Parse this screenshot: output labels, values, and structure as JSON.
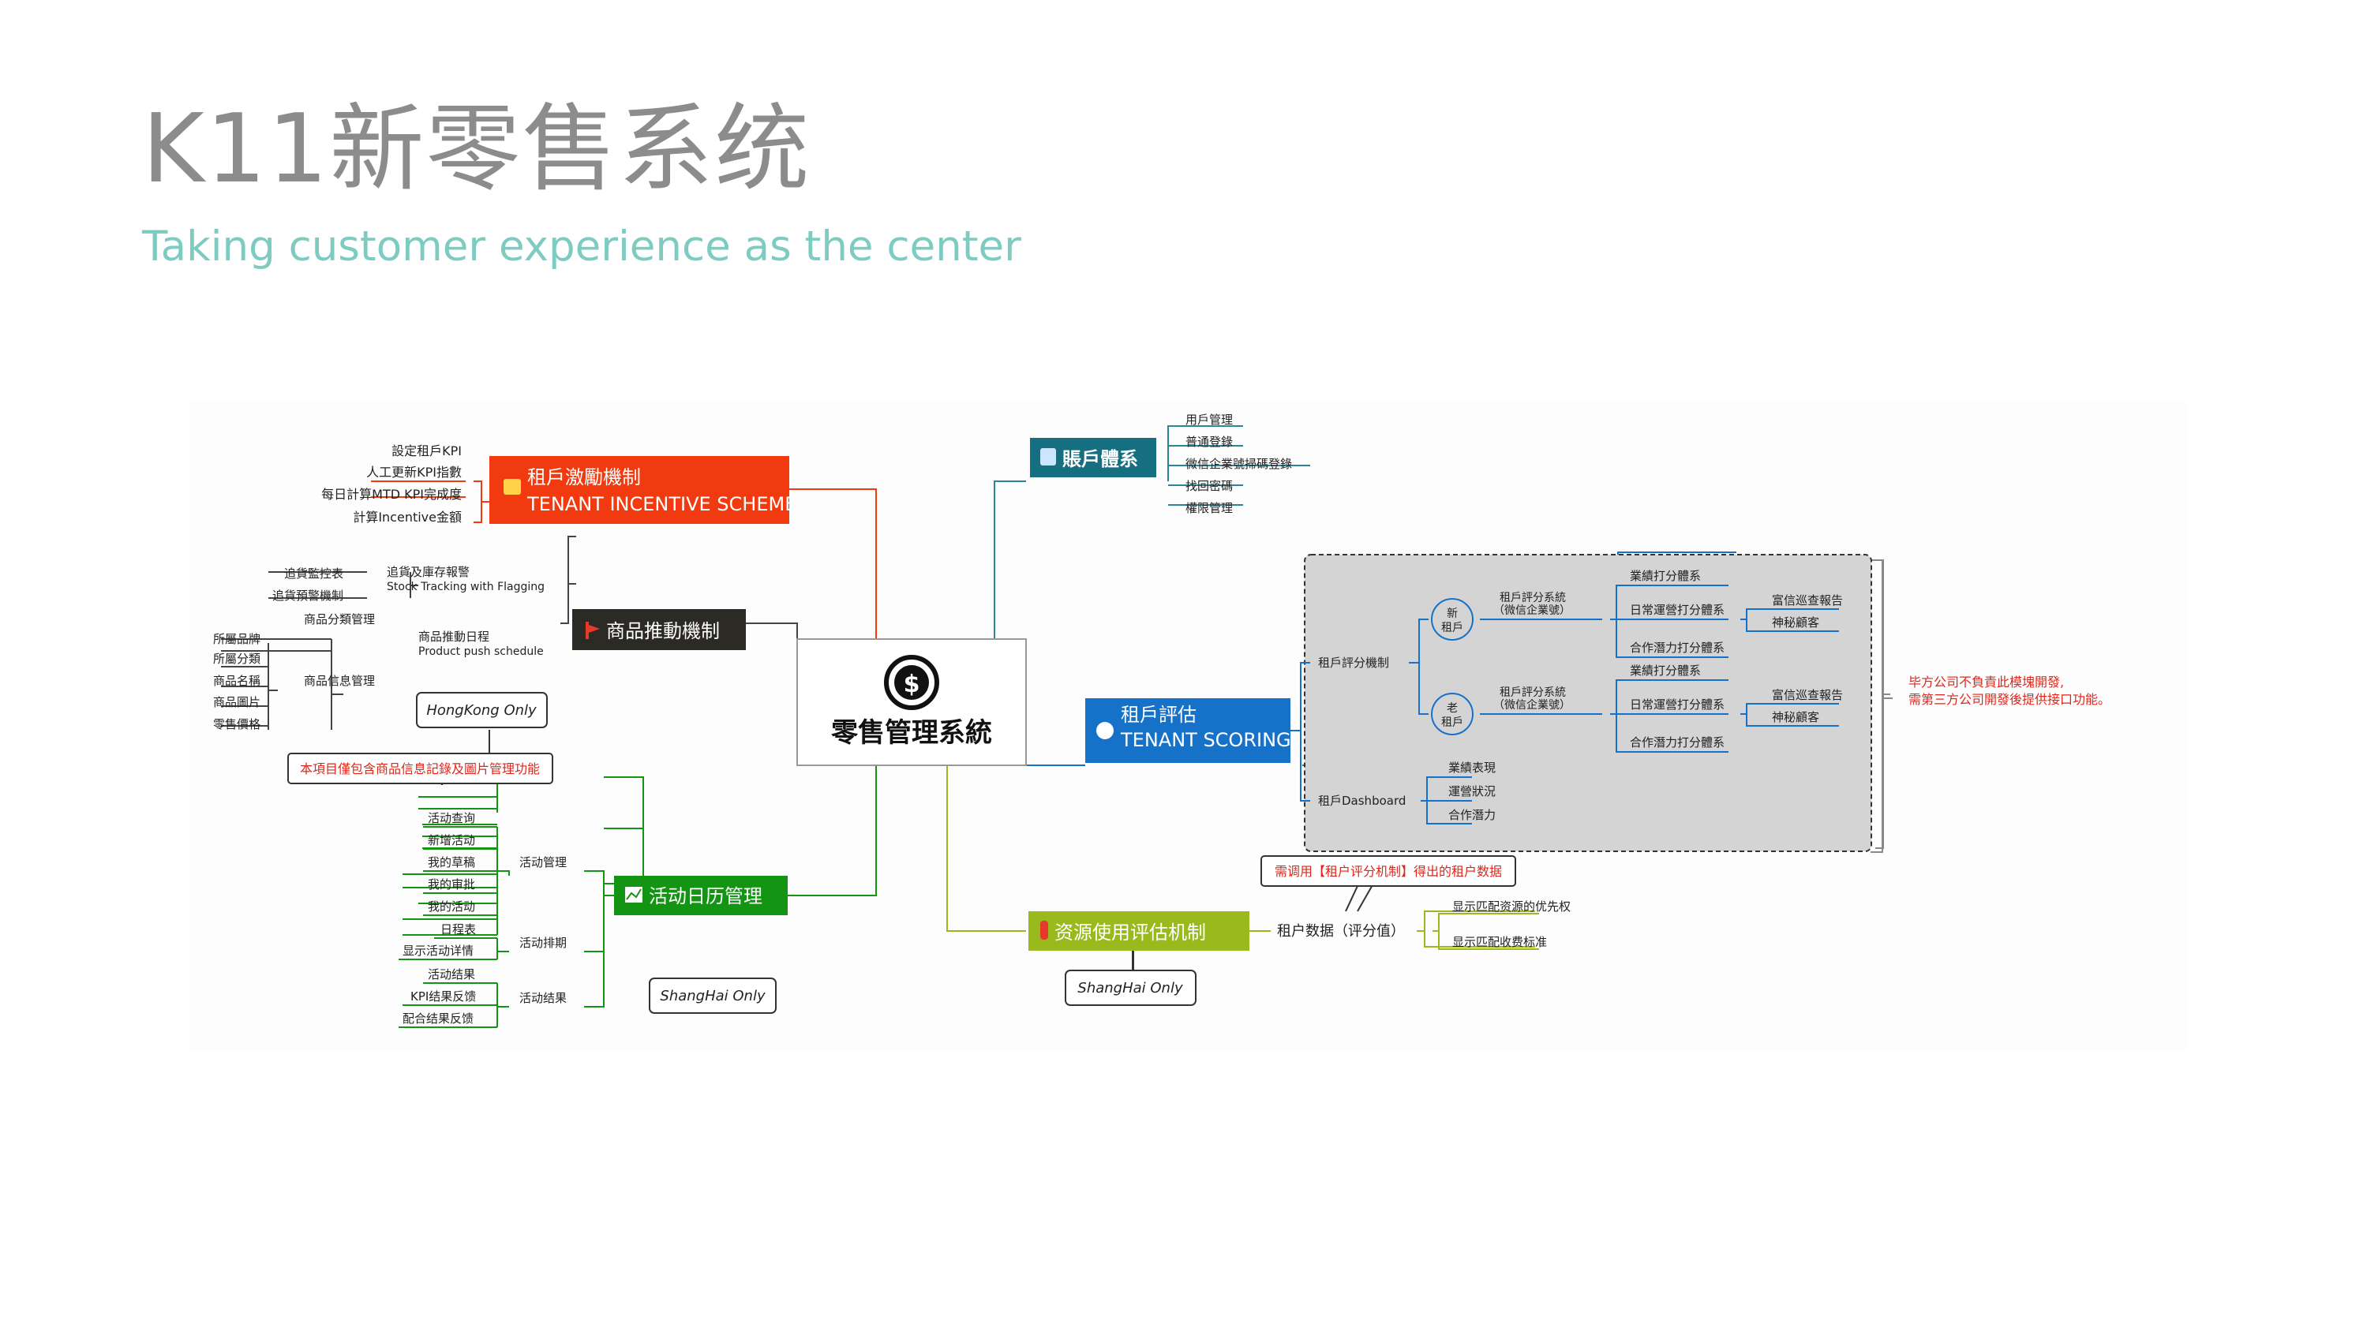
{
  "header": {
    "title": "K11新零售系统",
    "subtitle": "Taking customer experience as the center"
  },
  "center": {
    "label": "零售管理系統"
  },
  "tenant_incentive": {
    "title_cn": "租戶激勵機制",
    "title_en": "TENANT INCENTIVE SCHEME",
    "items": [
      "設定租戶KPI",
      "人工更新KPI指數",
      "每日計算MTD KPI完成度",
      "計算Incentive金額"
    ],
    "color": "#f13a0f"
  },
  "product_push": {
    "title": "商品推動機制",
    "stock_cn": "追貨及庫存報警",
    "stock_en": "Stock Tracking with Flagging",
    "stock_items": [
      "追貨監控表",
      "追貨預警機制"
    ],
    "category_mgmt": "商品分類管理",
    "schedule_cn": "商品推動日程",
    "schedule_en": "Product push schedule",
    "info_mgmt": "商品信息管理",
    "info_items": [
      "所屬品牌",
      "所屬分類",
      "商品名稱",
      "商品圖片",
      "零售價格"
    ],
    "hk_only": "HongKong Only",
    "note": "本項目僅包含商品信息記錄及圖片管理功能",
    "color": "#2c2a25"
  },
  "activity_calendar": {
    "title": "活动日历管理",
    "groups": [
      {
        "label": "活动管理",
        "items": [
          "活动查询",
          "新增活动",
          "我的草稿",
          "我的审批",
          "我的活动"
        ]
      },
      {
        "label": "活动排期",
        "items": [
          "日程表",
          "显示活动详情"
        ]
      },
      {
        "label": "活动结果",
        "items": [
          "活动结果",
          "KPI结果反馈",
          "配合结果反馈"
        ]
      }
    ],
    "sh_only": "ShangHai Only",
    "color": "#139413"
  },
  "account_system": {
    "title": "賬戶體系",
    "items": [
      "用戶管理",
      "普通登錄",
      "微信企業號掃碼登錄",
      "找回密碼",
      "權限管理"
    ],
    "color": "#166f80"
  },
  "tenant_scoring": {
    "title_cn": "租戶評估",
    "title_en": "TENANT SCORING",
    "mechanism": "租戶評分機制",
    "new_tenant": "新租戶",
    "old_tenant": "老租戶",
    "system": "租戶評分系統\n（微信企業號）",
    "sub_items": [
      "業績打分體系",
      "日常運營打分體系",
      "合作潛力打分體系"
    ],
    "ops_items": [
      "富信巡查報告",
      "神秘顧客"
    ],
    "dashboard": "租戶Dashboard",
    "dashboard_items": [
      "業績表現",
      "運營狀況",
      "合作潛力"
    ],
    "note": "毕方公司不負責此模塊開發,\n需第三方公司開發後提供接口功能。",
    "color": "#1672c8"
  },
  "resource_eval": {
    "title": "资源使用评估机制",
    "data_label": "租户数据（评分值）",
    "items": [
      "显示匹配资源的优先权",
      "显示匹配收费标准"
    ],
    "callout": "需调用【租户评分机制】得出的租户数据",
    "sh_only": "ShangHai Only",
    "color": "#9ab91c"
  }
}
